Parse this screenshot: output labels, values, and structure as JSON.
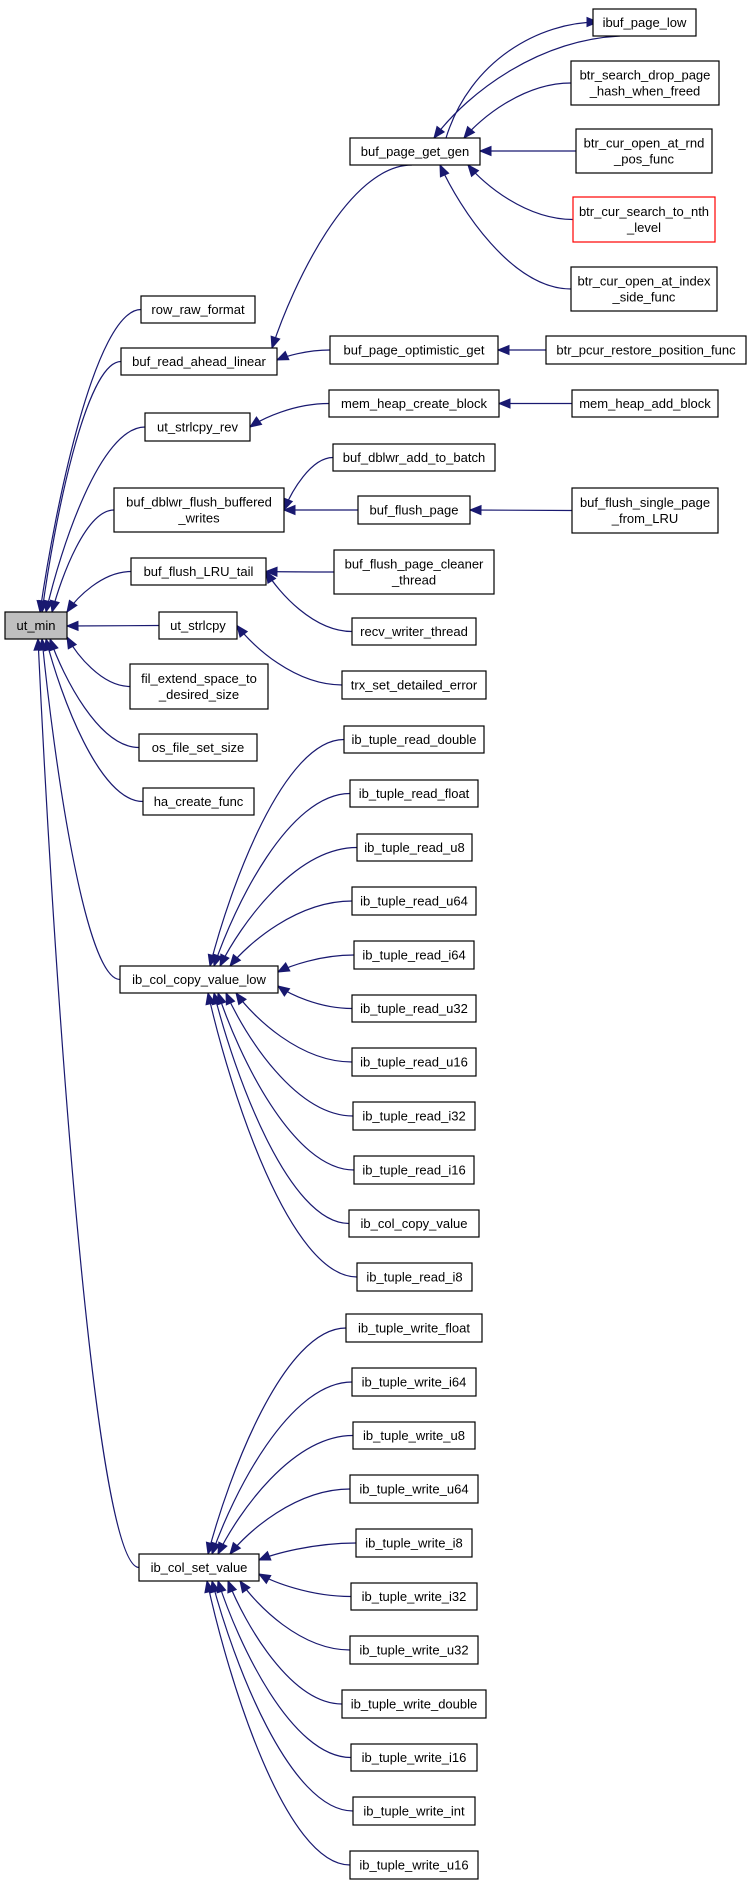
{
  "colors": {
    "edge": "#191970",
    "root_fill": "#bfbfbf",
    "highlight_border": "#ff0000"
  },
  "nodes": [
    {
      "id": "ut_min",
      "lines": [
        "ut_min"
      ],
      "style": "root"
    },
    {
      "id": "row_raw_format",
      "lines": [
        "row_raw_format"
      ]
    },
    {
      "id": "buf_read_ahead_linear",
      "lines": [
        "buf_read_ahead_linear"
      ]
    },
    {
      "id": "ut_strlcpy_rev",
      "lines": [
        "ut_strlcpy_rev"
      ]
    },
    {
      "id": "buf_dblwr_flush_buffered_writes",
      "lines": [
        "buf_dblwr_flush_buffered",
        "_writes"
      ]
    },
    {
      "id": "buf_flush_LRU_tail",
      "lines": [
        "buf_flush_LRU_tail"
      ]
    },
    {
      "id": "ut_strlcpy",
      "lines": [
        "ut_strlcpy"
      ]
    },
    {
      "id": "fil_extend_space_to_desired_size",
      "lines": [
        "fil_extend_space_to",
        "_desired_size"
      ]
    },
    {
      "id": "os_file_set_size",
      "lines": [
        "os_file_set_size"
      ]
    },
    {
      "id": "ha_create_func",
      "lines": [
        "ha_create_func"
      ]
    },
    {
      "id": "ib_col_copy_value_low",
      "lines": [
        "ib_col_copy_value_low"
      ]
    },
    {
      "id": "ib_col_set_value",
      "lines": [
        "ib_col_set_value"
      ]
    },
    {
      "id": "buf_page_get_gen",
      "lines": [
        "buf_page_get_gen"
      ]
    },
    {
      "id": "buf_page_optimistic_get",
      "lines": [
        "buf_page_optimistic_get"
      ]
    },
    {
      "id": "mem_heap_create_block",
      "lines": [
        "mem_heap_create_block"
      ]
    },
    {
      "id": "buf_dblwr_add_to_batch",
      "lines": [
        "buf_dblwr_add_to_batch"
      ]
    },
    {
      "id": "buf_flush_page",
      "lines": [
        "buf_flush_page"
      ]
    },
    {
      "id": "buf_flush_page_cleaner_thread",
      "lines": [
        "buf_flush_page_cleaner",
        "_thread"
      ]
    },
    {
      "id": "recv_writer_thread",
      "lines": [
        "recv_writer_thread"
      ]
    },
    {
      "id": "trx_set_detailed_error",
      "lines": [
        "trx_set_detailed_error"
      ]
    },
    {
      "id": "ibuf_page_low",
      "lines": [
        "ibuf_page_low"
      ]
    },
    {
      "id": "btr_search_drop_page_hash_when_freed",
      "lines": [
        "btr_search_drop_page",
        "_hash_when_freed"
      ]
    },
    {
      "id": "btr_cur_open_at_rnd_pos_func",
      "lines": [
        "btr_cur_open_at_rnd",
        "_pos_func"
      ]
    },
    {
      "id": "btr_cur_search_to_nth_level",
      "lines": [
        "btr_cur_search_to_nth",
        "_level"
      ],
      "style": "red"
    },
    {
      "id": "btr_cur_open_at_index_side_func",
      "lines": [
        "btr_cur_open_at_index",
        "_side_func"
      ]
    },
    {
      "id": "btr_pcur_restore_position_func",
      "lines": [
        "btr_pcur_restore_position_func"
      ]
    },
    {
      "id": "mem_heap_add_block",
      "lines": [
        "mem_heap_add_block"
      ]
    },
    {
      "id": "buf_flush_single_page_from_LRU",
      "lines": [
        "buf_flush_single_page",
        "_from_LRU"
      ]
    },
    {
      "id": "ib_tuple_read_double",
      "lines": [
        "ib_tuple_read_double"
      ]
    },
    {
      "id": "ib_tuple_read_float",
      "lines": [
        "ib_tuple_read_float"
      ]
    },
    {
      "id": "ib_tuple_read_u8",
      "lines": [
        "ib_tuple_read_u8"
      ]
    },
    {
      "id": "ib_tuple_read_u64",
      "lines": [
        "ib_tuple_read_u64"
      ]
    },
    {
      "id": "ib_tuple_read_i64",
      "lines": [
        "ib_tuple_read_i64"
      ]
    },
    {
      "id": "ib_tuple_read_u32",
      "lines": [
        "ib_tuple_read_u32"
      ]
    },
    {
      "id": "ib_tuple_read_u16",
      "lines": [
        "ib_tuple_read_u16"
      ]
    },
    {
      "id": "ib_tuple_read_i32",
      "lines": [
        "ib_tuple_read_i32"
      ]
    },
    {
      "id": "ib_tuple_read_i16",
      "lines": [
        "ib_tuple_read_i16"
      ]
    },
    {
      "id": "ib_col_copy_value",
      "lines": [
        "ib_col_copy_value"
      ]
    },
    {
      "id": "ib_tuple_read_i8",
      "lines": [
        "ib_tuple_read_i8"
      ]
    },
    {
      "id": "ib_tuple_write_float",
      "lines": [
        "ib_tuple_write_float"
      ]
    },
    {
      "id": "ib_tuple_write_i64",
      "lines": [
        "ib_tuple_write_i64"
      ]
    },
    {
      "id": "ib_tuple_write_u8",
      "lines": [
        "ib_tuple_write_u8"
      ]
    },
    {
      "id": "ib_tuple_write_u64",
      "lines": [
        "ib_tuple_write_u64"
      ]
    },
    {
      "id": "ib_tuple_write_i8",
      "lines": [
        "ib_tuple_write_i8"
      ]
    },
    {
      "id": "ib_tuple_write_i32",
      "lines": [
        "ib_tuple_write_i32"
      ]
    },
    {
      "id": "ib_tuple_write_u32",
      "lines": [
        "ib_tuple_write_u32"
      ]
    },
    {
      "id": "ib_tuple_write_double",
      "lines": [
        "ib_tuple_write_double"
      ]
    },
    {
      "id": "ib_tuple_write_i16",
      "lines": [
        "ib_tuple_write_i16"
      ]
    },
    {
      "id": "ib_tuple_write_int",
      "lines": [
        "ib_tuple_write_int"
      ]
    },
    {
      "id": "ib_tuple_write_u16",
      "lines": [
        "ib_tuple_write_u16"
      ]
    }
  ],
  "edges": [
    {
      "from": "row_raw_format",
      "to": "ut_min"
    },
    {
      "from": "buf_read_ahead_linear",
      "to": "ut_min"
    },
    {
      "from": "ut_strlcpy_rev",
      "to": "ut_min"
    },
    {
      "from": "buf_dblwr_flush_buffered_writes",
      "to": "ut_min"
    },
    {
      "from": "buf_flush_LRU_tail",
      "to": "ut_min"
    },
    {
      "from": "ut_strlcpy",
      "to": "ut_min"
    },
    {
      "from": "fil_extend_space_to_desired_size",
      "to": "ut_min"
    },
    {
      "from": "os_file_set_size",
      "to": "ut_min"
    },
    {
      "from": "ha_create_func",
      "to": "ut_min"
    },
    {
      "from": "ib_col_copy_value_low",
      "to": "ut_min"
    },
    {
      "from": "ib_col_set_value",
      "to": "ut_min"
    },
    {
      "from": "buf_page_get_gen",
      "to": "buf_read_ahead_linear"
    },
    {
      "from": "buf_page_optimistic_get",
      "to": "buf_read_ahead_linear"
    },
    {
      "from": "mem_heap_create_block",
      "to": "ut_strlcpy_rev"
    },
    {
      "from": "buf_dblwr_add_to_batch",
      "to": "buf_dblwr_flush_buffered_writes"
    },
    {
      "from": "buf_flush_page",
      "to": "buf_dblwr_flush_buffered_writes"
    },
    {
      "from": "buf_flush_page_cleaner_thread",
      "to": "buf_flush_LRU_tail"
    },
    {
      "from": "recv_writer_thread",
      "to": "buf_flush_LRU_tail"
    },
    {
      "from": "trx_set_detailed_error",
      "to": "ut_strlcpy"
    },
    {
      "from": "ibuf_page_low",
      "to": "buf_page_get_gen"
    },
    {
      "from": "buf_page_get_gen",
      "to": "ibuf_page_low"
    },
    {
      "from": "btr_search_drop_page_hash_when_freed",
      "to": "buf_page_get_gen"
    },
    {
      "from": "btr_cur_open_at_rnd_pos_func",
      "to": "buf_page_get_gen"
    },
    {
      "from": "btr_cur_search_to_nth_level",
      "to": "buf_page_get_gen"
    },
    {
      "from": "btr_cur_open_at_index_side_func",
      "to": "buf_page_get_gen"
    },
    {
      "from": "btr_pcur_restore_position_func",
      "to": "buf_page_optimistic_get"
    },
    {
      "from": "mem_heap_add_block",
      "to": "mem_heap_create_block"
    },
    {
      "from": "buf_flush_single_page_from_LRU",
      "to": "buf_flush_page"
    },
    {
      "from": "ib_tuple_read_double",
      "to": "ib_col_copy_value_low"
    },
    {
      "from": "ib_tuple_read_float",
      "to": "ib_col_copy_value_low"
    },
    {
      "from": "ib_tuple_read_u8",
      "to": "ib_col_copy_value_low"
    },
    {
      "from": "ib_tuple_read_u64",
      "to": "ib_col_copy_value_low"
    },
    {
      "from": "ib_tuple_read_i64",
      "to": "ib_col_copy_value_low"
    },
    {
      "from": "ib_tuple_read_u32",
      "to": "ib_col_copy_value_low"
    },
    {
      "from": "ib_tuple_read_u16",
      "to": "ib_col_copy_value_low"
    },
    {
      "from": "ib_tuple_read_i32",
      "to": "ib_col_copy_value_low"
    },
    {
      "from": "ib_tuple_read_i16",
      "to": "ib_col_copy_value_low"
    },
    {
      "from": "ib_col_copy_value",
      "to": "ib_col_copy_value_low"
    },
    {
      "from": "ib_tuple_read_i8",
      "to": "ib_col_copy_value_low"
    },
    {
      "from": "ib_tuple_write_float",
      "to": "ib_col_set_value"
    },
    {
      "from": "ib_tuple_write_i64",
      "to": "ib_col_set_value"
    },
    {
      "from": "ib_tuple_write_u8",
      "to": "ib_col_set_value"
    },
    {
      "from": "ib_tuple_write_u64",
      "to": "ib_col_set_value"
    },
    {
      "from": "ib_tuple_write_i8",
      "to": "ib_col_set_value"
    },
    {
      "from": "ib_tuple_write_i32",
      "to": "ib_col_set_value"
    },
    {
      "from": "ib_tuple_write_u32",
      "to": "ib_col_set_value"
    },
    {
      "from": "ib_tuple_write_double",
      "to": "ib_col_set_value"
    },
    {
      "from": "ib_tuple_write_i16",
      "to": "ib_col_set_value"
    },
    {
      "from": "ib_tuple_write_int",
      "to": "ib_col_set_value"
    },
    {
      "from": "ib_tuple_write_u16",
      "to": "ib_col_set_value"
    }
  ]
}
